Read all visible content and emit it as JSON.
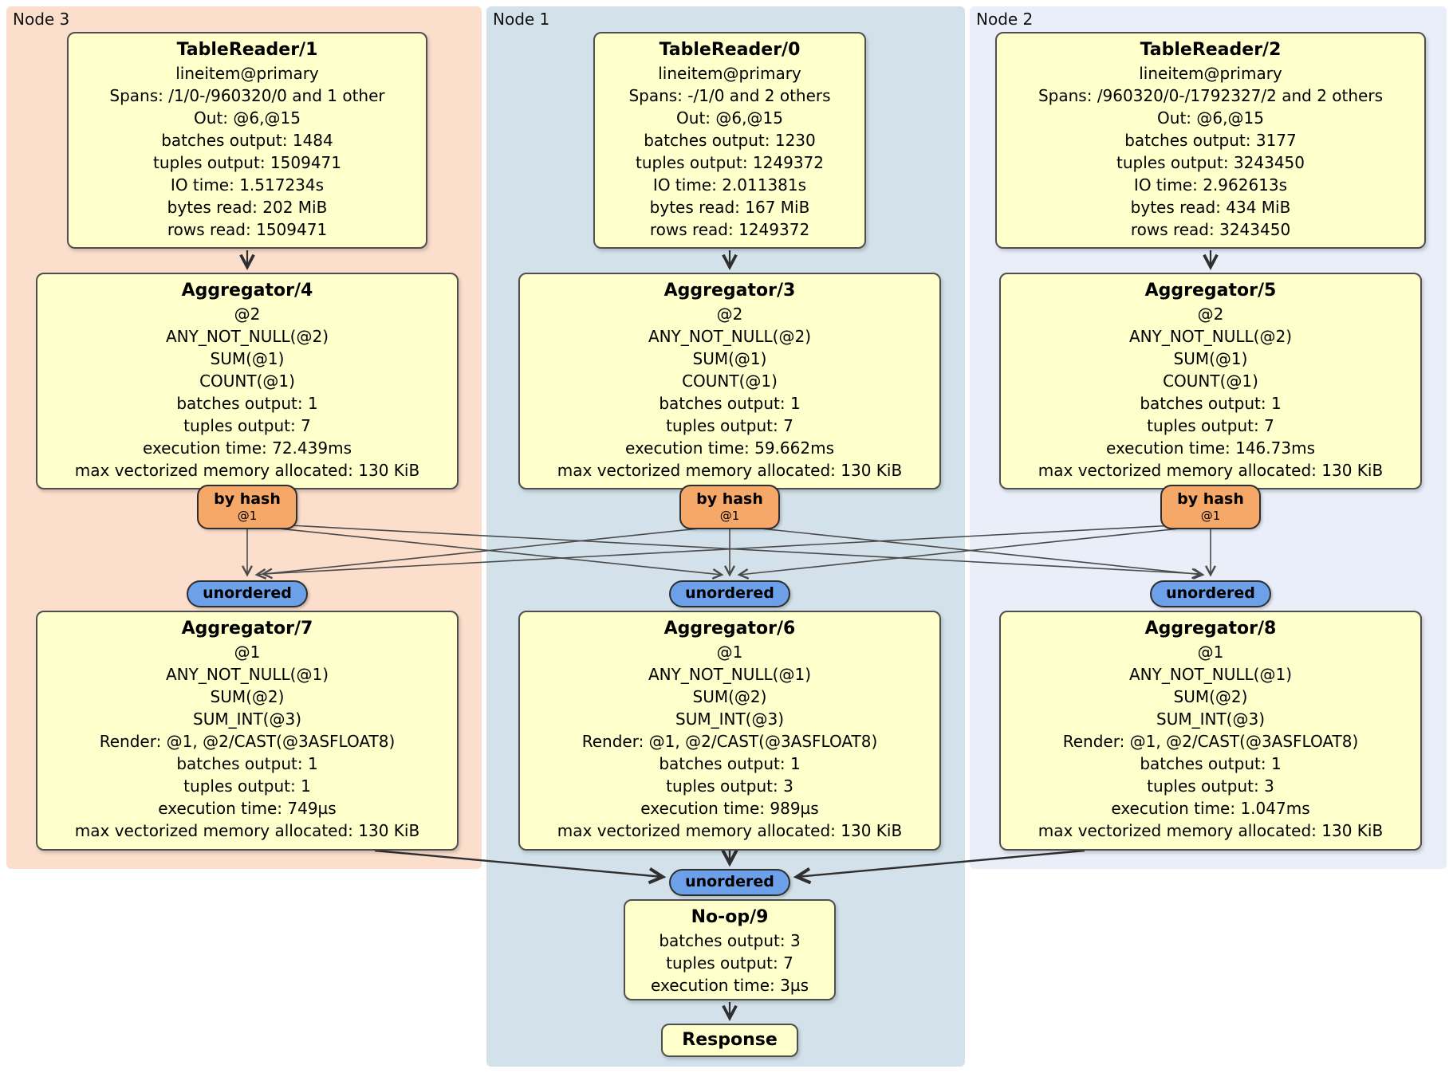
{
  "regions": {
    "node3": {
      "label": "Node 3",
      "tablereader": {
        "title": "TableReader/1",
        "lines": [
          "lineitem@primary",
          "Spans: /1/0-/960320/0 and 1 other",
          "Out: @6,@15",
          "batches output: 1484",
          "tuples output: 1509471",
          "IO time: 1.517234s",
          "bytes read: 202 MiB",
          "rows read: 1509471"
        ]
      },
      "agg_top": {
        "title": "Aggregator/4",
        "lines": [
          "@2",
          "ANY_NOT_NULL(@2)",
          "SUM(@1)",
          "COUNT(@1)",
          "batches output: 1",
          "tuples output: 7",
          "execution time: 72.439ms",
          "max vectorized memory allocated: 130 KiB"
        ]
      },
      "router": {
        "label": "by hash",
        "detail": "@1"
      },
      "sync_label": "unordered",
      "agg_bottom": {
        "title": "Aggregator/7",
        "lines": [
          "@1",
          "ANY_NOT_NULL(@1)",
          "SUM(@2)",
          "SUM_INT(@3)",
          "Render: @1, @2/CAST(@3ASFLOAT8)",
          "batches output: 1",
          "tuples output: 1",
          "execution time: 749µs",
          "max vectorized memory allocated: 130 KiB"
        ]
      }
    },
    "node1": {
      "label": "Node 1",
      "tablereader": {
        "title": "TableReader/0",
        "lines": [
          "lineitem@primary",
          "Spans: -/1/0 and 2 others",
          "Out: @6,@15",
          "batches output: 1230",
          "tuples output: 1249372",
          "IO time: 2.011381s",
          "bytes read: 167 MiB",
          "rows read: 1249372"
        ]
      },
      "agg_top": {
        "title": "Aggregator/3",
        "lines": [
          "@2",
          "ANY_NOT_NULL(@2)",
          "SUM(@1)",
          "COUNT(@1)",
          "batches output: 1",
          "tuples output: 7",
          "execution time: 59.662ms",
          "max vectorized memory allocated: 130 KiB"
        ]
      },
      "router": {
        "label": "by hash",
        "detail": "@1"
      },
      "sync_label": "unordered",
      "agg_bottom": {
        "title": "Aggregator/6",
        "lines": [
          "@1",
          "ANY_NOT_NULL(@1)",
          "SUM(@2)",
          "SUM_INT(@3)",
          "Render: @1, @2/CAST(@3ASFLOAT8)",
          "batches output: 1",
          "tuples output: 3",
          "execution time: 989µs",
          "max vectorized memory allocated: 130 KiB"
        ]
      },
      "final_sync_label": "unordered",
      "noop": {
        "title": "No-op/9",
        "lines": [
          "batches output: 3",
          "tuples output: 7",
          "execution time: 3µs"
        ]
      },
      "response_label": "Response"
    },
    "node2": {
      "label": "Node 2",
      "tablereader": {
        "title": "TableReader/2",
        "lines": [
          "lineitem@primary",
          "Spans: /960320/0-/1792327/2 and 2 others",
          "Out: @6,@15",
          "batches output: 3177",
          "tuples output: 3243450",
          "IO time: 2.962613s",
          "bytes read: 434 MiB",
          "rows read: 3243450"
        ]
      },
      "agg_top": {
        "title": "Aggregator/5",
        "lines": [
          "@2",
          "ANY_NOT_NULL(@2)",
          "SUM(@1)",
          "COUNT(@1)",
          "batches output: 1",
          "tuples output: 7",
          "execution time: 146.73ms",
          "max vectorized memory allocated: 130 KiB"
        ]
      },
      "router": {
        "label": "by hash",
        "detail": "@1"
      },
      "sync_label": "unordered",
      "agg_bottom": {
        "title": "Aggregator/8",
        "lines": [
          "@1",
          "ANY_NOT_NULL(@1)",
          "SUM(@2)",
          "SUM_INT(@3)",
          "Render: @1, @2/CAST(@3ASFLOAT8)",
          "batches output: 1",
          "tuples output: 3",
          "execution time: 1.047ms",
          "max vectorized memory allocated: 130 KiB"
        ]
      }
    }
  },
  "colors": {
    "node3_bg": "#fcdecd",
    "node1_bg": "#d3e2ea",
    "node2_bg": "#e9eef8",
    "box_fill": "#ffffcc",
    "router_fill": "#f6a869",
    "sync_fill": "#6ca0e8",
    "edge_dark": "#2f2f2f",
    "edge_gray": "#4a4a4a"
  }
}
